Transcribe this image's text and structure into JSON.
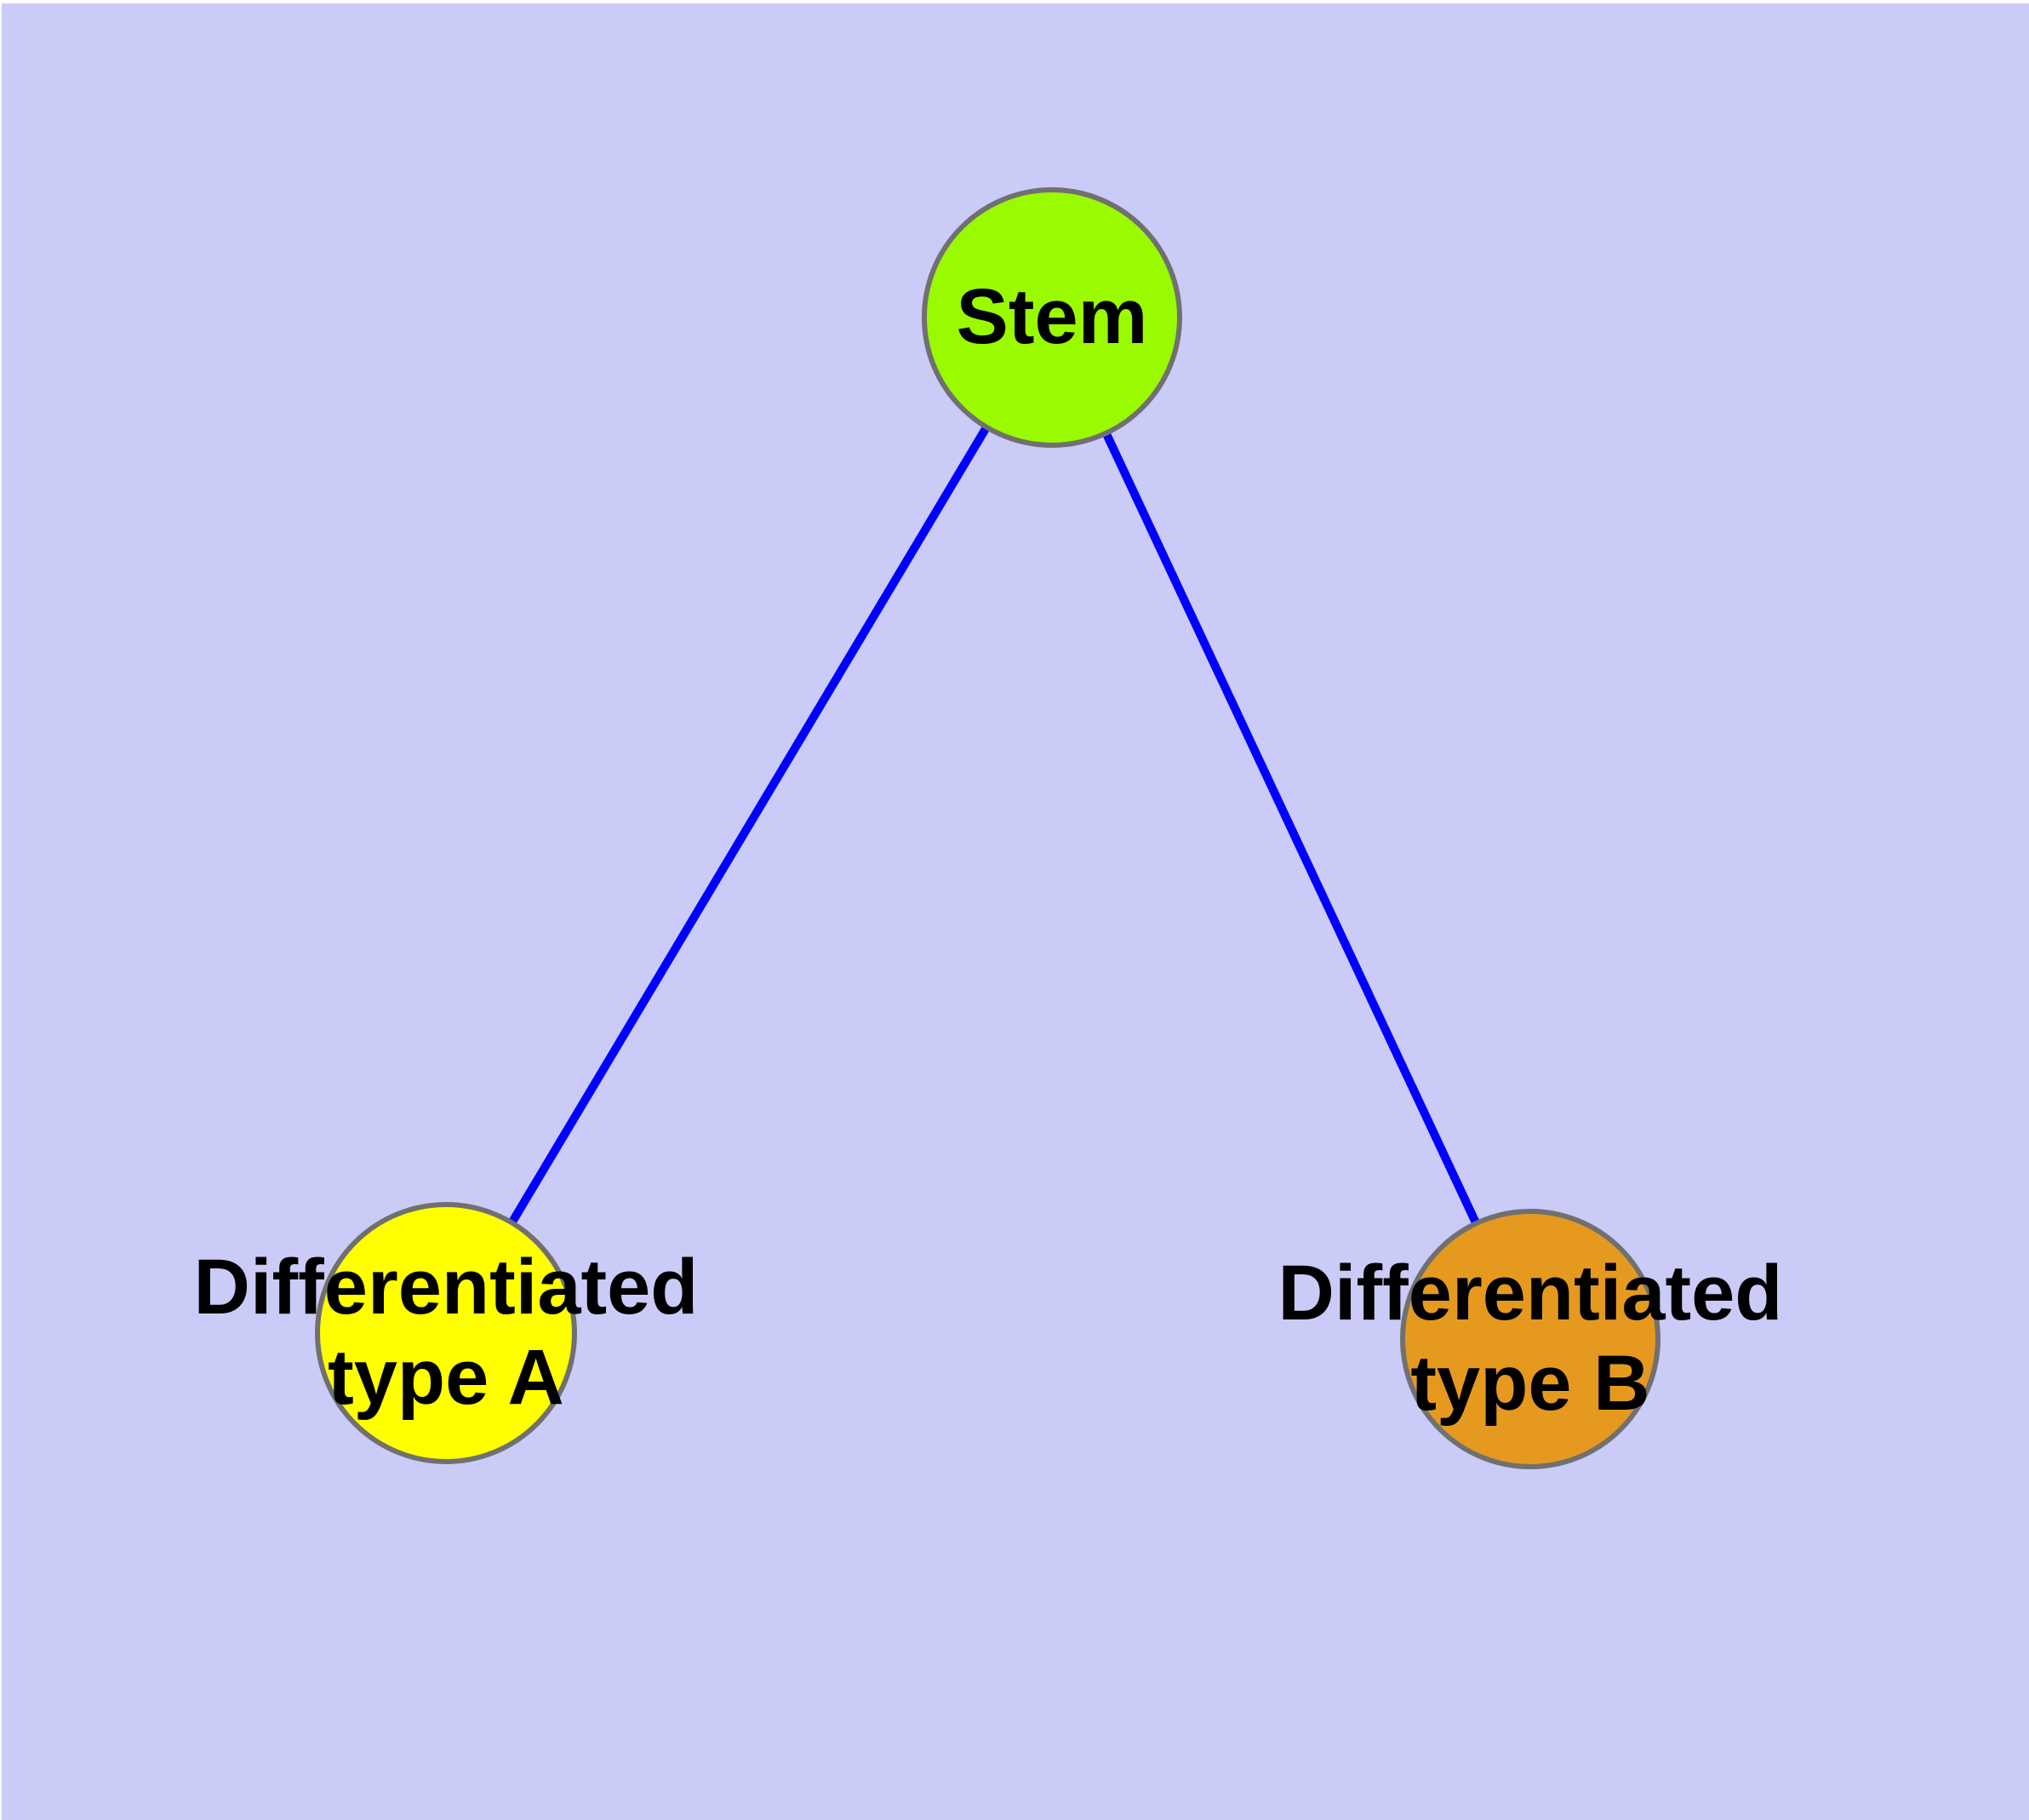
{
  "diagram": {
    "background_color": "#CBCBF8",
    "edge_color": "#0000FF",
    "node_border_color": "#707070",
    "label_color": "#000000",
    "nodes": [
      {
        "id": "stem",
        "label": "Stem",
        "fill": "#9AFA00"
      },
      {
        "id": "type-a",
        "label": "Differentiated\ntype A",
        "fill": "#FFFF00"
      },
      {
        "id": "type-b",
        "label": "Differentiated\ntype B",
        "fill": "#E59A1F"
      }
    ],
    "edges": [
      {
        "from": "Stem",
        "to": "Differentiated type A"
      },
      {
        "from": "Stem",
        "to": "Differentiated type B"
      }
    ]
  }
}
